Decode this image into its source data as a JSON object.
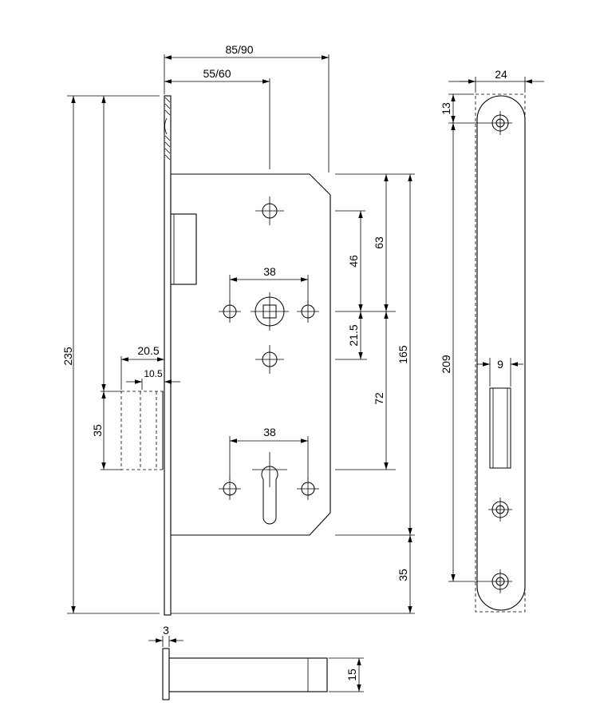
{
  "dimensions": {
    "backset_total": "85/90",
    "backset": "55/60",
    "faceplate_width": "24",
    "faceplate_top_offset": "13",
    "total_height": "235",
    "case_height": "165",
    "handle_to_top": "63",
    "spindle_to_top": "46",
    "spindle_to_cylinder_upper": "21.5",
    "handle_to_cylinder": "72",
    "screw_spacing_upper": "38",
    "screw_spacing_lower": "38",
    "latch_projection": "20.5",
    "bolt_projection": "10.5",
    "bolt_height": "35",
    "bottom_offset": "35",
    "faceplate_screw_pitch": "209",
    "faceplate_slot_width": "9",
    "faceplate_thickness": "3",
    "bolt_section_height": "15"
  }
}
